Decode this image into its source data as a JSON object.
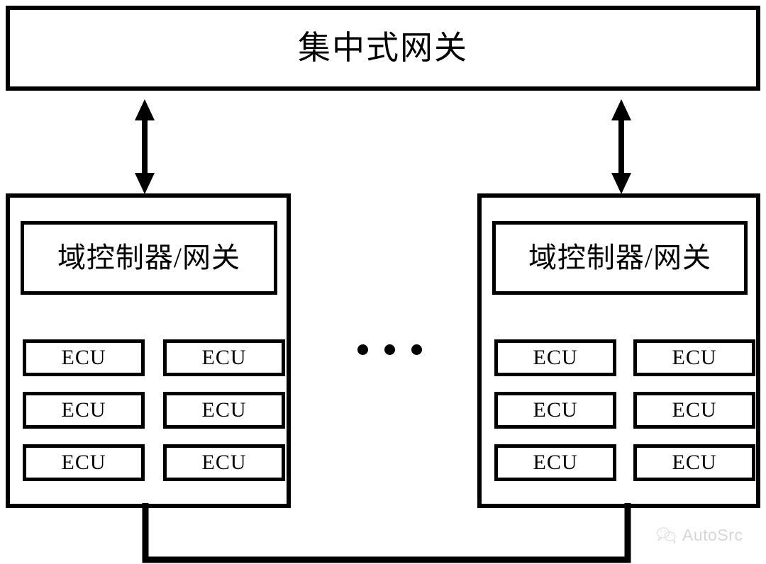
{
  "diagram": {
    "title_box": {
      "label": "集中式网关",
      "name": "centralized-gateway"
    },
    "domains": [
      {
        "id": "left",
        "controller_label": "域控制器/网关",
        "ecus": [
          "ECU",
          "ECU",
          "ECU",
          "ECU",
          "ECU",
          "ECU"
        ]
      },
      {
        "id": "right",
        "controller_label": "域控制器/网关",
        "ecus": [
          "ECU",
          "ECU",
          "ECU",
          "ECU",
          "ECU",
          "ECU"
        ]
      }
    ],
    "ellipsis": "• • •",
    "connectors": {
      "left_arrow": "bidirectional-vertical-arrow",
      "right_arrow": "bidirectional-vertical-arrow",
      "bottom_bus": "shared-bus-line"
    },
    "colors": {
      "stroke": "#000000",
      "background": "#ffffff",
      "watermark": "#7a7a7a"
    }
  },
  "watermark": {
    "text": "AutoSrc",
    "icon": "wechat-icon"
  }
}
